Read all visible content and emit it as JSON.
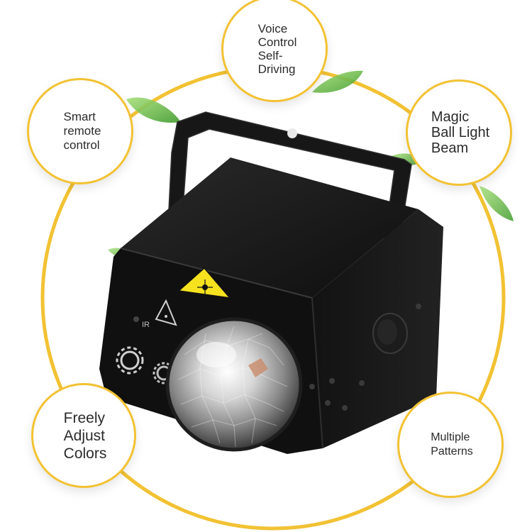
{
  "features": {
    "voice": "Voice\nControl\nSelf-\nDriving",
    "smart": "Smart\nremote\ncontrol",
    "magic": "Magic\nBall Light\nBeam",
    "freely": "Freely\nAdjust\nColors",
    "multiple": "Multiple\nPatterns"
  },
  "device": {
    "ir_label": "IR"
  },
  "colors": {
    "accent_ring": "#f2c233",
    "leaf_green": "#6cc24a",
    "device_body": "#151515"
  }
}
